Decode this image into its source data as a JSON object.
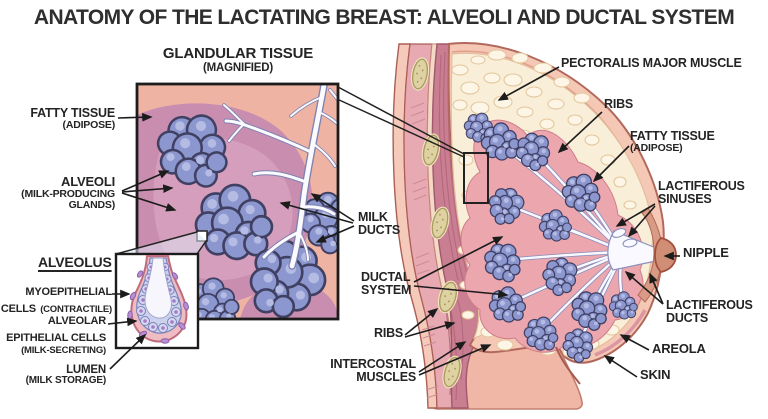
{
  "title": "ANATOMY OF THE LACTATING BREAST: ALVEOLI AND DUCTAL SYSTEM",
  "panels": {
    "glandular": {
      "heading": "GLANDULAR TISSUE",
      "subheading": "(MAGNIFIED)"
    },
    "alveolus": {
      "heading": "ALVEOLUS"
    }
  },
  "labels": {
    "fatty_tissue_left": {
      "main": "FATTY TISSUE",
      "sub": "(ADIPOSE)"
    },
    "alveoli": {
      "main": "ALVEOLI",
      "sub": "(MILK-PRODUCING GLANDS)"
    },
    "milk_ducts": {
      "main": "MILK DUCTS"
    },
    "myoepithelial_cells": {
      "main": "MYOEPITHELIAL CELLS",
      "sub": "(CONTRACTILE)"
    },
    "alveolar_epithelial_cells": {
      "main": "ALVEOLAR EPITHELIAL CELLS",
      "sub": "(MILK-SECRETING)"
    },
    "lumen": {
      "main": "LUMEN",
      "sub": "(MILK STORAGE)"
    },
    "ductal_system": {
      "main": "DUCTAL SYSTEM"
    },
    "ribs_left": {
      "main": "RIBS"
    },
    "intercostal_muscles": {
      "main": "INTERCOSTAL MUSCLES"
    },
    "pectoralis_major": {
      "main": "PECTORALIS MAJOR MUSCLE"
    },
    "ribs_right": {
      "main": "RIBS"
    },
    "fatty_tissue_right": {
      "main": "FATTY TISSUE",
      "sub": "(ADIPOSE)"
    },
    "lactiferous_sinuses": {
      "main": "LACTIFEROUS SINUSES"
    },
    "nipple": {
      "main": "NIPPLE"
    },
    "lactiferous_ducts": {
      "main": "LACTIFEROUS DUCTS"
    },
    "areola": {
      "main": "AREOLA"
    },
    "skin": {
      "main": "SKIN"
    }
  },
  "palette": {
    "background": "#ffffff",
    "line_art": "#1c1c1c",
    "label_text": "#242424",
    "skin": "#f5c8b6",
    "skin_outline": "#b2685c",
    "fat": "#f9eed8",
    "fat_texture": "#e4c79e",
    "muscle": "#c97e91",
    "muscle_striation": "#b2647b",
    "rib": "#ded2a2",
    "rib_outline": "#ad9c62",
    "gland_background": "#eba6ae",
    "alveoli_fill": "#8d97cf",
    "alveoli_outline": "#404063",
    "alveoli_highlight": "#b5bce4",
    "duct_fill": "#f9f9ff",
    "duct_outline": "#8a8fbb",
    "magnified_background": "#efb3a3",
    "magnified_mauve": "#c98daf",
    "nipple_color": "#d08e76",
    "areola_color": "#d99b85",
    "alveolus_cell": "#ccd1ed",
    "alveolus_cell_outline": "#7c82b8",
    "alveolus_nucleus": "#a578c8",
    "alveolus_outer": "#f0bcc4"
  }
}
